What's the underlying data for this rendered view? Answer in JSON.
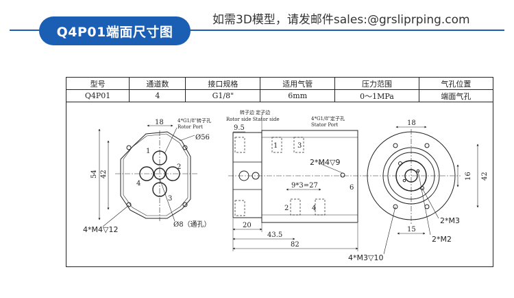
{
  "header": {
    "title": "Q4P01端面尺寸图",
    "contact": "如需3D模型，请发邮件sales:@grsliprping.com",
    "accent_color": "#1a5fb4"
  },
  "spec_table": {
    "headers": [
      "型号",
      "通道数",
      "接口规格",
      "适用气管",
      "压力范围",
      "气孔位置"
    ],
    "row": [
      "Q4P01",
      "4",
      "G1/8\"",
      "6mm",
      "0～1MPa",
      "端面气孔"
    ]
  },
  "front_view": {
    "dim_top": "18",
    "port_note_1": "4*G1/8\"转子孔",
    "port_note_2": "Rotor Port",
    "dia_outer": "Ø56",
    "dim_height": "54",
    "dim_inner": "42",
    "hole_labels": [
      "1",
      "2",
      "3",
      "4"
    ],
    "mount_note": "4*M4▽12",
    "center_note": "Ø8（通孔）"
  },
  "side_view": {
    "top_note_1": "转子边 定子边",
    "top_note_2": "Rotor side Stator side",
    "dim_95": "9.5",
    "stator_note_1": "4*G1/8\"定子孔",
    "stator_note_2": "Stator Port",
    "port_labels": [
      "1",
      "3",
      "2",
      "4"
    ],
    "m4_note": "2*M4▽9",
    "pitch_note": "9*3=27",
    "dim_6": "6",
    "dim_20": "20",
    "dim_435": "43.5",
    "dim_82": "82"
  },
  "rear_view": {
    "dim_top": "18",
    "dim_16": "16",
    "dim_42": "42",
    "dim_15": "15",
    "m3_note": "2*M3",
    "m2_note": "2*M2",
    "bottom_note": "4*M3▽10"
  }
}
